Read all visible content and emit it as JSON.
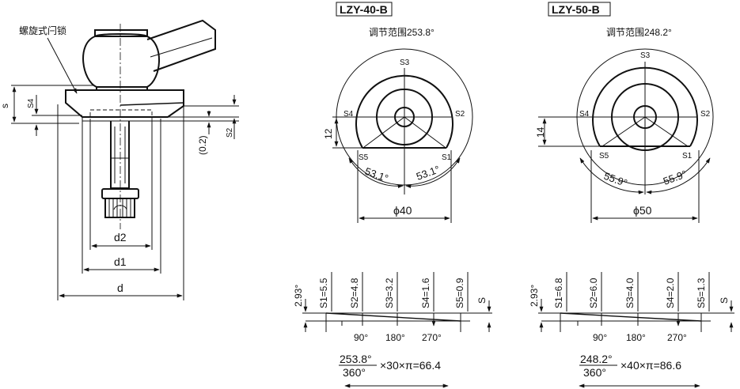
{
  "left_view": {
    "callout": "螺旋式闩锁",
    "dim_s": "s",
    "dim_s4": "S4",
    "dim_s2": "S2",
    "dim_gap": "(0.2)",
    "dim_d2": "d2",
    "dim_d1": "d1",
    "dim_d": "d"
  },
  "lzy40": {
    "title": "LZY-40-B",
    "range": "调节范围253.8°",
    "labels": {
      "s1": "S1",
      "s2": "S2",
      "s3": "S3",
      "s4": "S4",
      "s5": "S5"
    },
    "dim_height": "12",
    "angle_left": "53.1°",
    "angle_right": "53.1°",
    "diameter": "ϕ40",
    "strip": {
      "angle": "2.93°",
      "s1": "S1=5.5",
      "s2": "S2=4.8",
      "s3": "S3=3.2",
      "s4": "S4=1.6",
      "s5": "S5=0.9",
      "s": "S",
      "deg90": "90°",
      "deg180": "180°",
      "deg270": "270°"
    },
    "formula": {
      "numerator": "253.8°",
      "denominator": "360°",
      "rest": "×30×π=66.4"
    }
  },
  "lzy50": {
    "title": "LZY-50-B",
    "range": "调节范围248.2°",
    "labels": {
      "s1": "S1",
      "s2": "S2",
      "s3": "S3",
      "s4": "S4",
      "s5": "S5"
    },
    "dim_height": "14",
    "angle_left": "55.9°",
    "angle_right": "55.9°",
    "diameter": "ϕ50",
    "strip": {
      "angle": "2.93°",
      "s1": "S1=6.8",
      "s2": "S2=6.0",
      "s3": "S3=4.0",
      "s4": "S4=2.0",
      "s5": "S5=1.3",
      "s": "S",
      "deg90": "90°",
      "deg180": "180°",
      "deg270": "270°"
    },
    "formula": {
      "numerator": "248.2°",
      "denominator": "360°",
      "rest": "×40×π=86.6"
    }
  }
}
